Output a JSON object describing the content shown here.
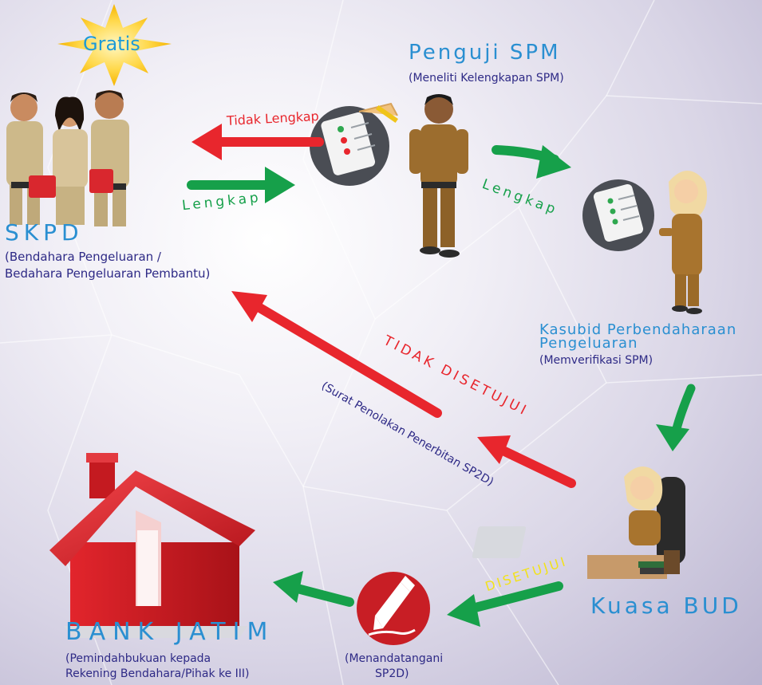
{
  "badge": {
    "label": "Gratis"
  },
  "nodes": {
    "skpd": {
      "title": "SKPD",
      "sub1": "(Bendahara Pengeluaran /",
      "sub2": "Bedahara Pengeluaran Pembantu)"
    },
    "penguji": {
      "title": "Penguji SPM",
      "sub": "(Meneliti Kelengkapan SPM)"
    },
    "kasubid": {
      "title1": "Kasubid Perbendaharaan",
      "title2": "Pengeluaran",
      "sub": "(Memverifikasi SPM)"
    },
    "kuasa_bud": {
      "title": "Kuasa BUD"
    },
    "sign": {
      "sub1": "(Menandatangani",
      "sub2": "SP2D)"
    },
    "bank": {
      "title": "BANK JATIM",
      "sub1": "(Pemindahbukuan kepada",
      "sub2": "Rekening Bendahara/Pihak ke III)"
    }
  },
  "arrows": {
    "tidak_lengkap": "Tidak Lengkap",
    "lengkap_left": "Lengkap",
    "lengkap_right": "Lengkap",
    "tidak_disetujui": "TIDAK DISETUJUI",
    "penolakan": "(Surat Penolakan Penerbitan SP2D)",
    "disetujui": "DISETUJUI"
  },
  "colors": {
    "red": "#e8262d",
    "green": "#16a04a",
    "blue": "#2a8fd1",
    "navy": "#2e2a86",
    "yellow": "#f2e21b"
  }
}
